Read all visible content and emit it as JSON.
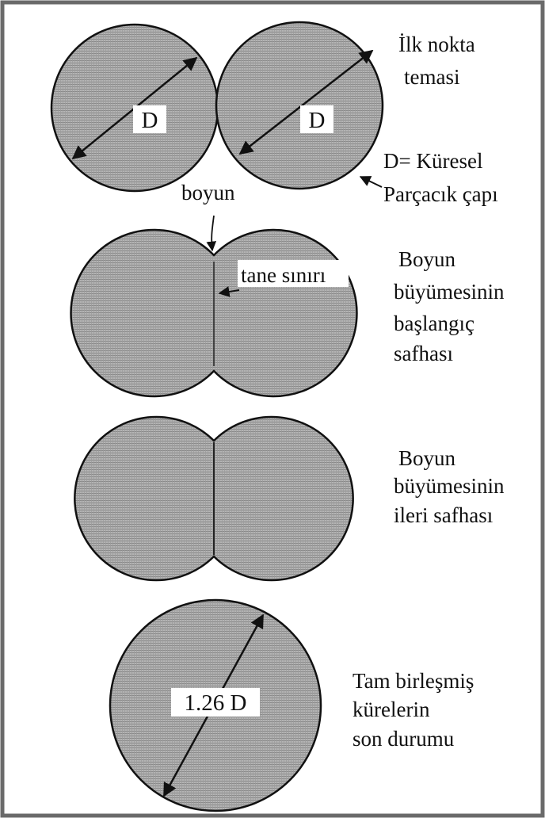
{
  "stage1": {
    "caption": [
      "İlk nokta",
      "temasi"
    ],
    "left_label": "D",
    "right_label": "D",
    "legend": [
      "D= Küresel",
      "Parçacık çapı"
    ],
    "neck_label": "boyun"
  },
  "stage2": {
    "caption": [
      "Boyun",
      "büyümesinin",
      "başlangıç",
      "safhası"
    ],
    "boundary_label": "tane sınırı"
  },
  "stage3": {
    "caption": [
      "Boyun",
      "büyümesinin",
      "ileri safhası"
    ]
  },
  "stage4": {
    "caption": [
      "Tam birleşmiş",
      "kürelerin",
      "son durumu"
    ],
    "diameter_label": "1.26 D"
  },
  "colors": {
    "particle_fill": "#a9a9a9",
    "outline": "#111111",
    "frame": "#6a6a6a"
  }
}
